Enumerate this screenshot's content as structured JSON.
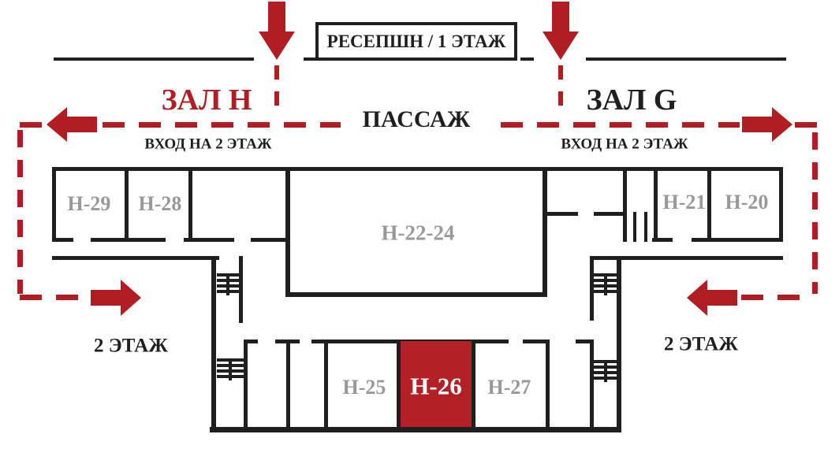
{
  "title": "Exhibition hall floor plan, 2nd floor route to stand H-26",
  "colors": {
    "red": "#b01e24",
    "room_fill": "#b32025",
    "wall": "#1f1f1f",
    "gray": "#999999"
  },
  "header": {
    "reception": "РЕСЕПШН / 1 ЭТАЖ"
  },
  "halls": {
    "hall_h": "ЗАЛ H",
    "hall_g": "ЗАЛ G",
    "passage": "ПАССАЖ"
  },
  "labels": {
    "entrance_left": "ВХОД НА 2 ЭТАЖ",
    "entrance_right": "ВХОД НА 2 ЭТАЖ",
    "floor2_left": "2 ЭТАЖ",
    "floor2_right": "2 ЭТАЖ"
  },
  "rooms": {
    "h29": {
      "label": "Н-29",
      "highlighted": false
    },
    "h28": {
      "label": "Н-28",
      "highlighted": false
    },
    "h2224": {
      "label": "Н-22-24",
      "highlighted": false
    },
    "h21": {
      "label": "Н-21",
      "highlighted": false
    },
    "h20": {
      "label": "Н-20",
      "highlighted": false
    },
    "h25": {
      "label": "Н-25",
      "highlighted": false
    },
    "h26": {
      "label": "Н-26",
      "highlighted": true
    },
    "h27": {
      "label": "Н-27",
      "highlighted": false
    }
  },
  "icons": [
    "arrow-down-icon",
    "arrow-down-icon",
    "arrow-left-icon",
    "arrow-right-icon",
    "arrow-right-icon",
    "arrow-left-icon",
    "stairs-icon",
    "stairs-icon",
    "stairs-icon",
    "stairs-icon"
  ]
}
